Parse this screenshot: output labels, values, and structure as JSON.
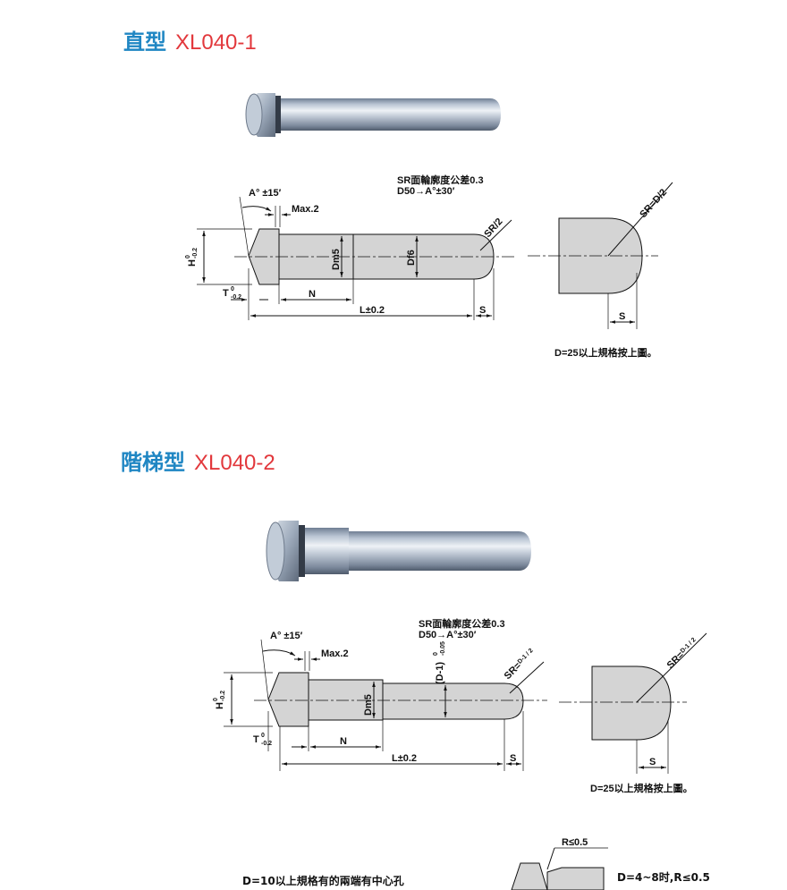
{
  "sections": [
    {
      "name_cn": "直型",
      "code": "XL040-1",
      "tolerance_note_1": "SR面輪廓度公差0.3",
      "tolerance_note_2": "D50→A°±30′",
      "angle_label": "A° ±15′",
      "max_label": "Max.2",
      "h_label": "H",
      "h_sup": "0",
      "h_sub": "-0.2",
      "t_label": "T",
      "t_sup": "0",
      "t_sub": "-0.2",
      "n_label": "N",
      "l_label": "L±0.2",
      "s_label": "S",
      "dm_label": "Dm5",
      "df_label": "Df6",
      "sr_label": "SR/2",
      "detail_sr_label": "SR=D/2",
      "detail_s_label": "S",
      "detail_note": "D=25以上規格按上圖。"
    },
    {
      "name_cn": "階梯型",
      "code": "XL040-2",
      "tolerance_note_1": "SR面輪廓度公差0.3",
      "tolerance_note_2": "D50→A°±30′",
      "angle_label": "A° ±15′",
      "max_label": "Max.2",
      "h_label": "H",
      "h_sup": "0",
      "h_sub": "-0.2",
      "t_label": "T",
      "t_sup": "0",
      "t_sub": "-0.2",
      "n_label": "N",
      "l_label": "L±0.2",
      "s_label": "S",
      "dm_label": "Dm5",
      "dstep_label": "(D-1)",
      "dstep_sup": "0",
      "dstep_sub": "-0.05",
      "sr_label": "SR=",
      "sr_frac": "D-1 / 2",
      "detail_sr_label": "SR=",
      "detail_sr_frac": "D-1 / 2",
      "detail_s_label": "S",
      "detail_note": "D=25以上規格按上圖。"
    }
  ],
  "bottom": {
    "left_note": "D=10以上規格有的兩端有中心孔",
    "r_label": "R≤0.5",
    "right_note": "D=4~8时,R≤0.5"
  },
  "colors": {
    "title_cn": "#1f86c3",
    "title_code": "#e2383c",
    "drawing_fill": "#d4d4d4",
    "line": "#111111"
  }
}
